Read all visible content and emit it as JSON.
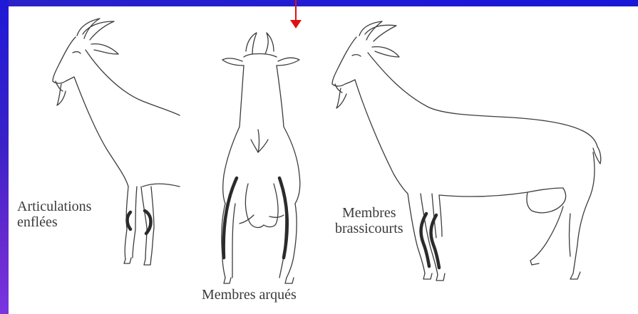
{
  "captions": {
    "swollen_joints": [
      "Articulations",
      "enflées"
    ],
    "bowed_limbs": "Membres arqués",
    "buck_kneed": [
      "Membres",
      "brassicourts"
    ]
  },
  "colors": {
    "frame": "#1f1ad6",
    "arrow": "#e01010",
    "outline": "#3c3c3c",
    "highlight": "#2b2b2b"
  },
  "icons": {
    "pointer": "red-down-arrow-icon"
  }
}
